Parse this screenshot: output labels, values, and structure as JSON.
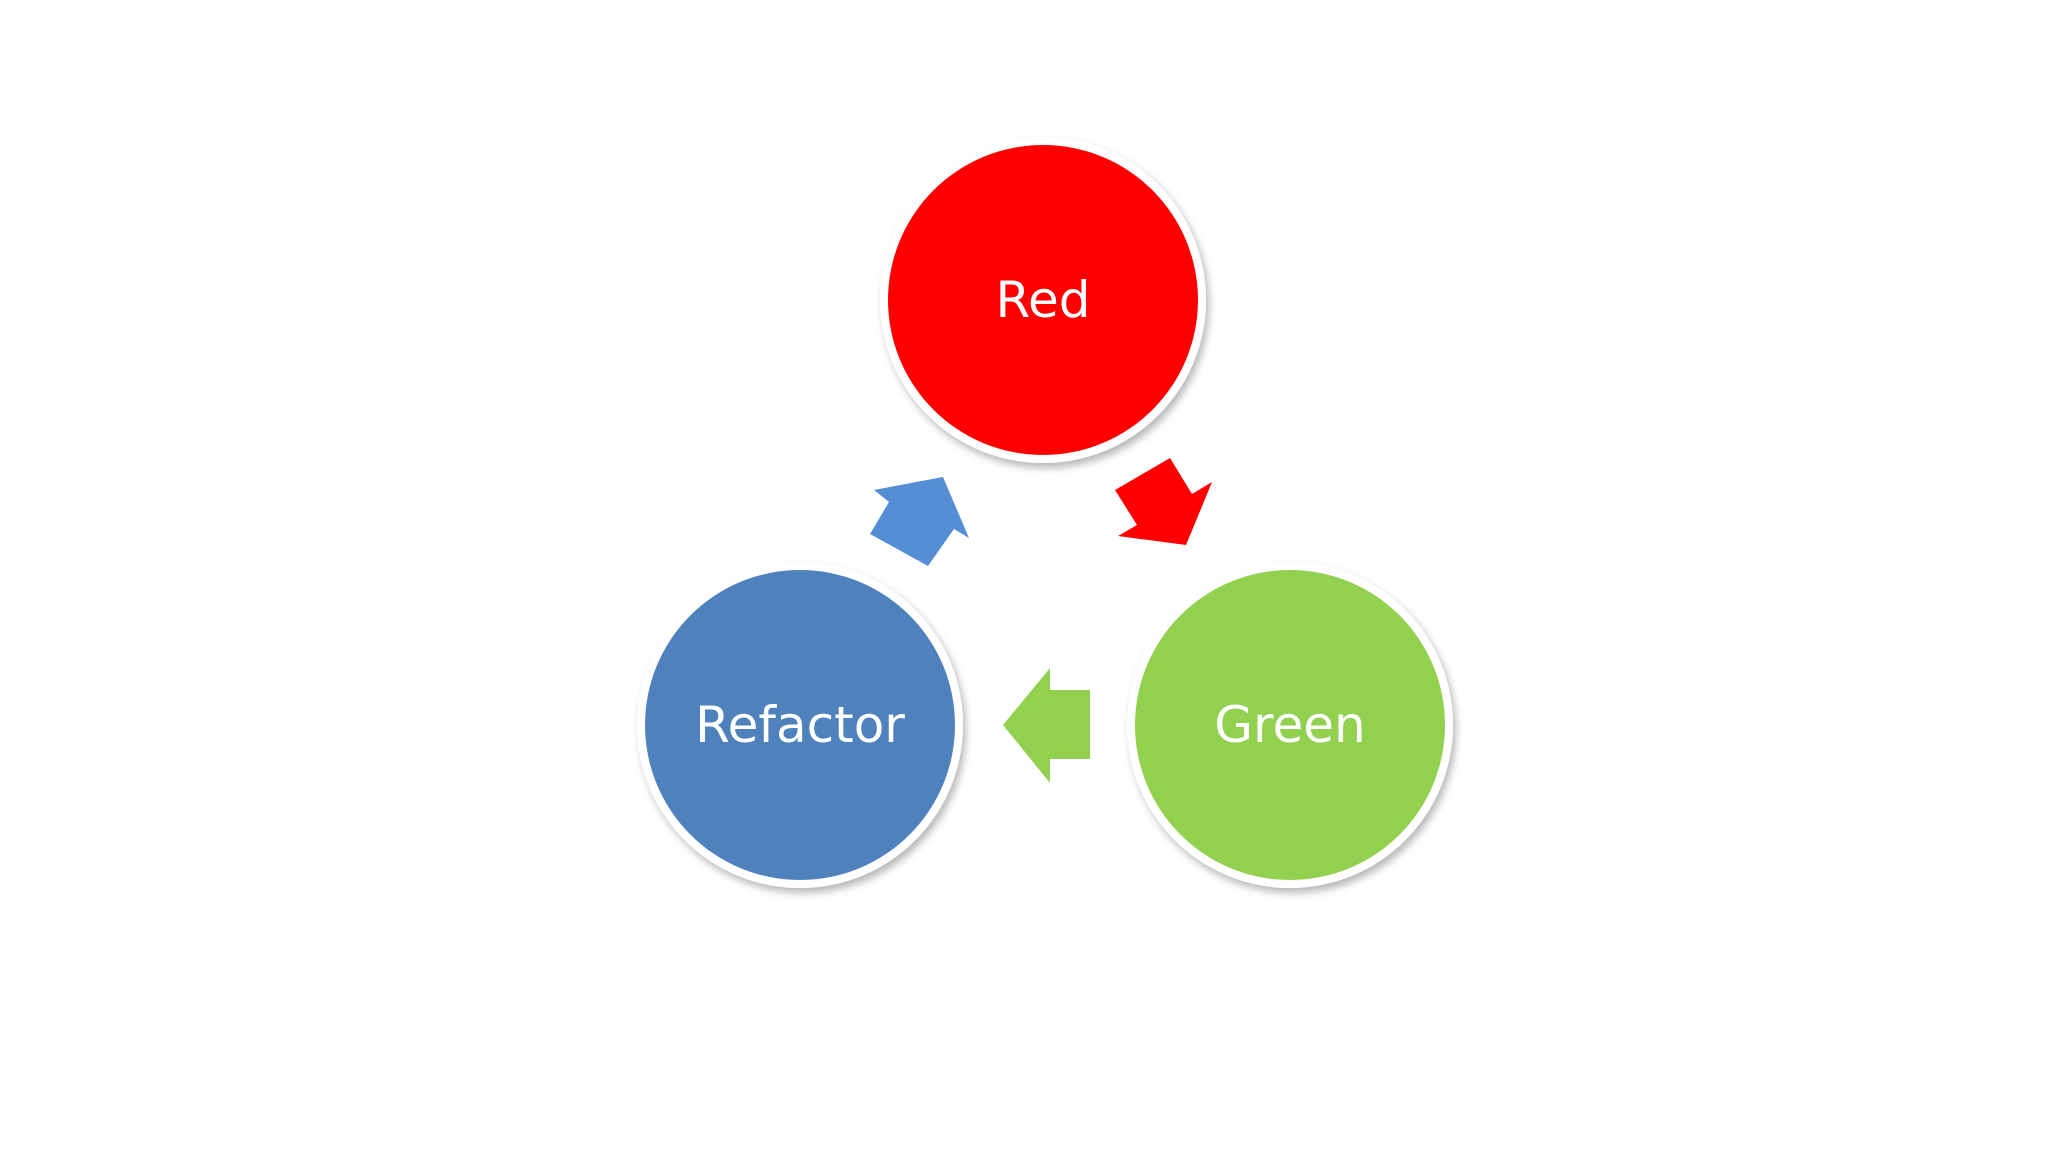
{
  "diagram": {
    "nodes": [
      {
        "id": "red",
        "label": "Red",
        "color": "#ff0000"
      },
      {
        "id": "green",
        "label": "Green",
        "color": "#92d050"
      },
      {
        "id": "refactor",
        "label": "Refactor",
        "color": "#4f81bd"
      }
    ],
    "edges": [
      {
        "from": "red",
        "to": "green",
        "color": "#ff0000"
      },
      {
        "from": "green",
        "to": "refactor",
        "color": "#92d050"
      },
      {
        "from": "refactor",
        "to": "red",
        "color": "#558ed5"
      }
    ]
  }
}
